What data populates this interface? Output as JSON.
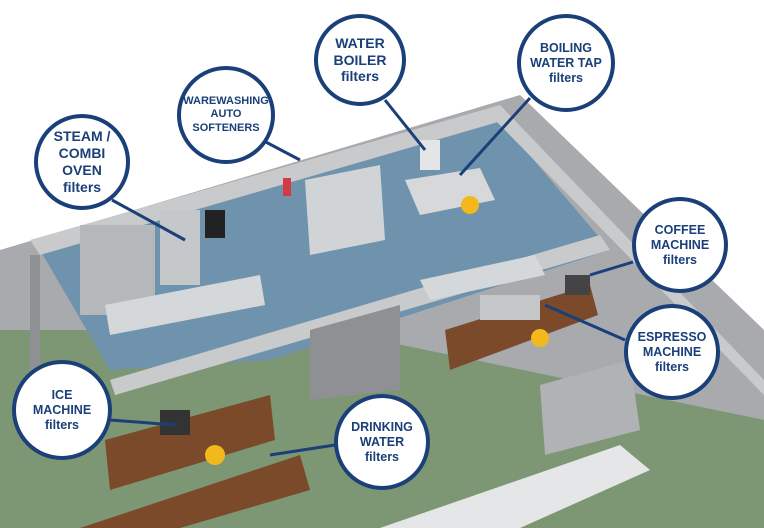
{
  "callouts": {
    "steam": {
      "lines": [
        "STEAM /",
        "COMBI",
        "OVEN",
        "filters"
      ]
    },
    "warewashing": {
      "lines": [
        "WAREWASHING",
        "AUTO",
        "SOFTENERS"
      ]
    },
    "boiler": {
      "lines": [
        "WATER",
        "BOILER",
        "filters"
      ]
    },
    "tap": {
      "lines": [
        "BOILING",
        "WATER TAP",
        "filters"
      ]
    },
    "coffee": {
      "lines": [
        "COFFEE",
        "MACHINE",
        "filters"
      ]
    },
    "espresso": {
      "lines": [
        "ESPRESSO",
        "MACHINE",
        "filters"
      ]
    },
    "ice": {
      "lines": [
        "ICE",
        "MACHINE",
        "filters"
      ]
    },
    "drinking": {
      "lines": [
        "DRINKING",
        "WATER",
        "filters"
      ]
    }
  },
  "colors": {
    "accent": "#1b3f78",
    "floor": "#6f93ad",
    "wall": "#9a9c9f",
    "green": "#7d9774",
    "counter": "#7a4a2a"
  }
}
